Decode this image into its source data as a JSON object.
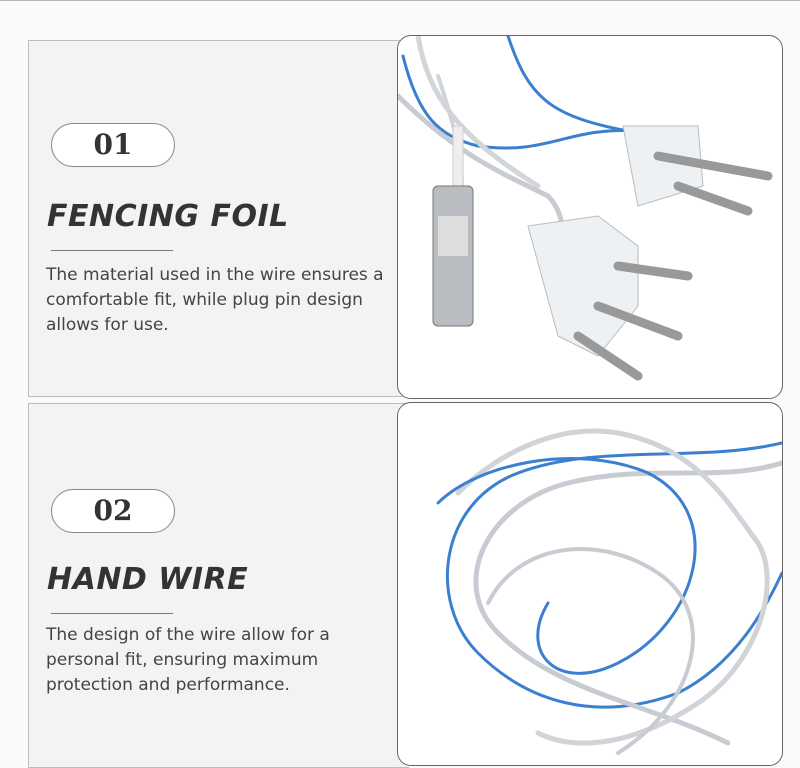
{
  "sections": [
    {
      "number": "01",
      "title": "FENCING FOIL",
      "description": "The material used in the wire ensures a comfortable fit, while plug pin design allows for use."
    },
    {
      "number": "02",
      "title": "HAND WIRE",
      "description": "The design of the wire allow for a personal fit, ensuring maximum protection and performance."
    }
  ],
  "colors": {
    "wire_blue": "#3a7fd0",
    "wire_clear": "#c8ccd2",
    "text": "#333333"
  }
}
